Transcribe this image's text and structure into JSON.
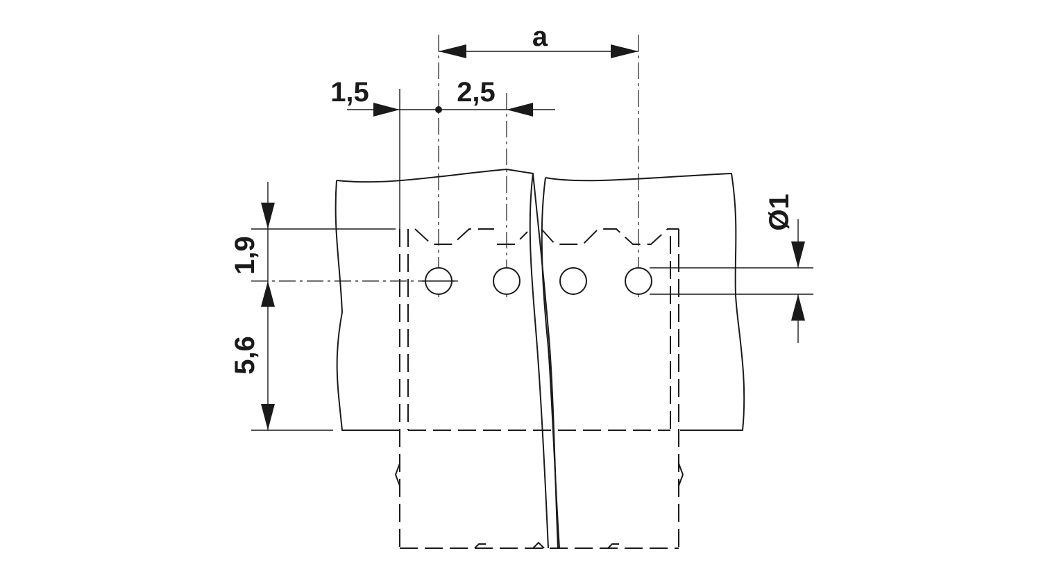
{
  "dimensions": {
    "pitch": "a",
    "edge_offset": "1,5",
    "hole_spacing": "2,5",
    "row_height": "1,9",
    "bottom_height": "5,6",
    "hole_diameter": "Ø1"
  },
  "colors": {
    "line": "#1a1a1a",
    "background": "#ffffff"
  }
}
